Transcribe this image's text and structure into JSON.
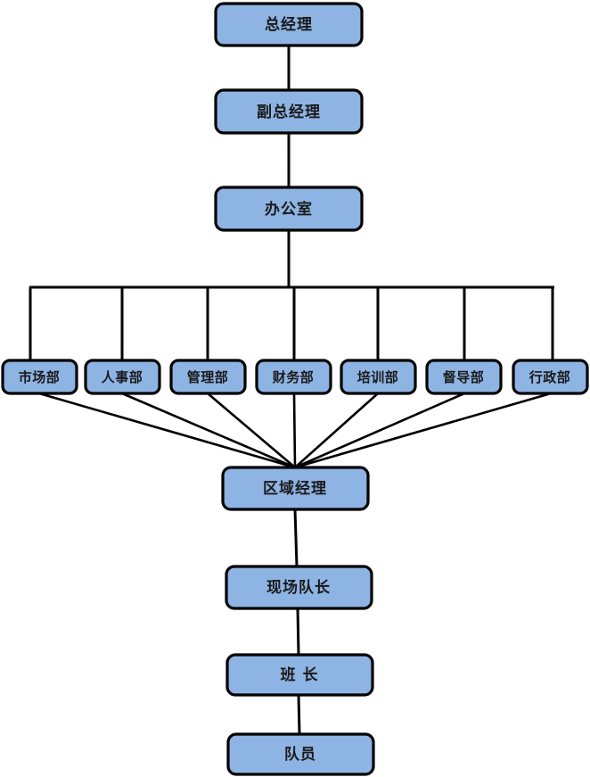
{
  "diagram": {
    "type": "org-chart",
    "title": "",
    "colors": {
      "node_fill": "#8eb4e3",
      "node_stroke": "#000000",
      "connector": "#000000",
      "background": "#ffffff",
      "text": "#1a1a1a"
    },
    "nodes": {
      "general_manager": {
        "label": "总经理",
        "level": 1
      },
      "deputy_general_manager": {
        "label": "副总经理",
        "level": 2
      },
      "office": {
        "label": "办公室",
        "level": 3
      },
      "regional_manager": {
        "label": "区域经理",
        "level": 5
      },
      "site_captain": {
        "label": "现场队长",
        "level": 6
      },
      "squad_leader": {
        "label": "班 长",
        "level": 7
      },
      "team_member": {
        "label": "队员",
        "level": 8
      }
    },
    "departments": [
      {
        "label": "市场部"
      },
      {
        "label": "人事部"
      },
      {
        "label": "管理部"
      },
      {
        "label": "财务部"
      },
      {
        "label": "培训部"
      },
      {
        "label": "督导部"
      },
      {
        "label": "行政部"
      }
    ]
  }
}
